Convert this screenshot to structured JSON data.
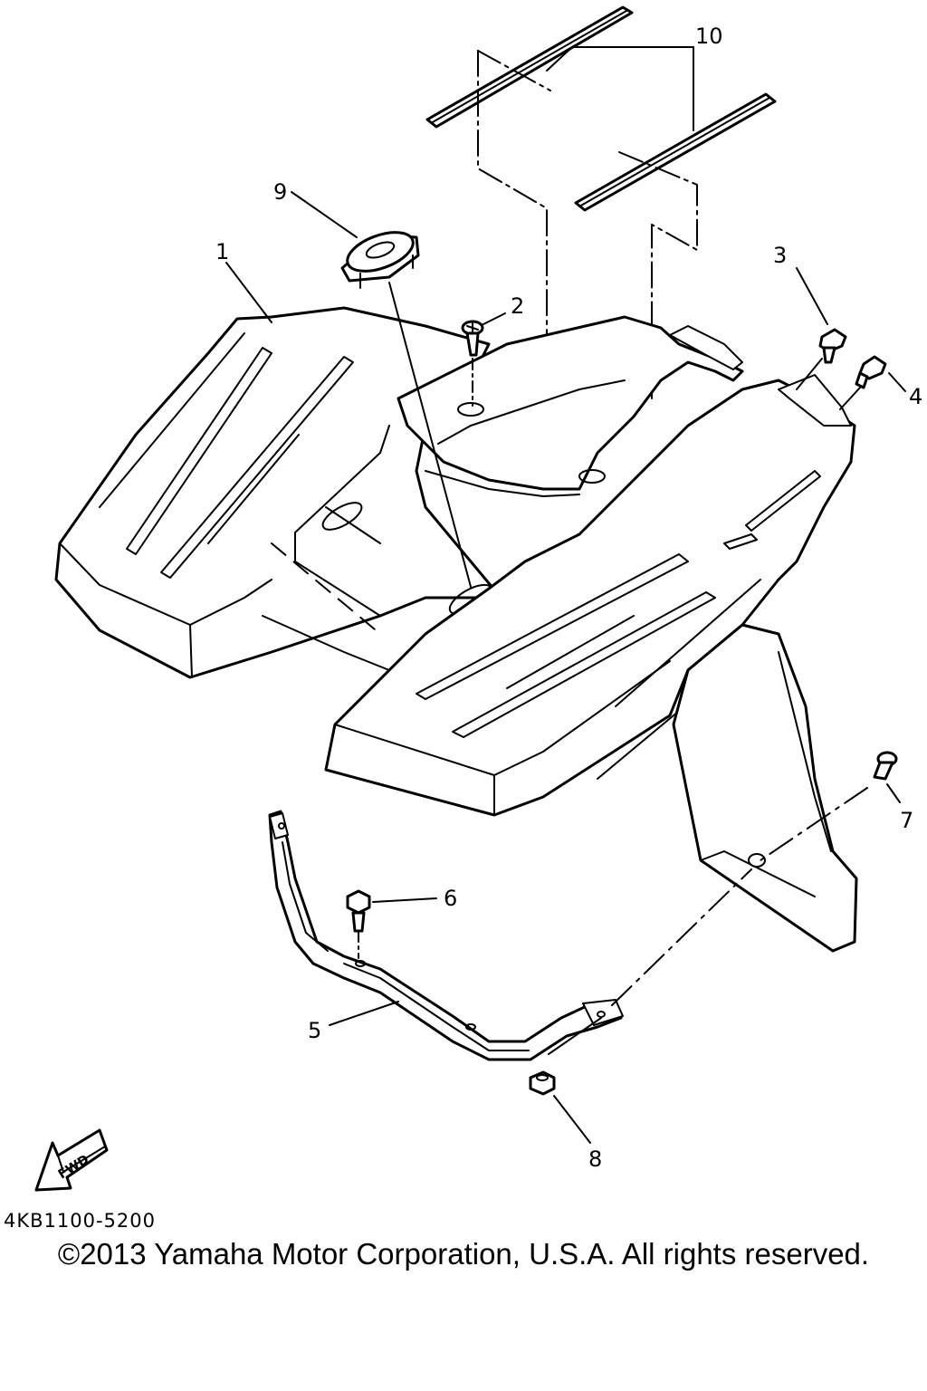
{
  "callouts": [
    "1",
    "2",
    "3",
    "4",
    "5",
    "6",
    "7",
    "8",
    "9",
    "10"
  ],
  "fwd_label": "FWD",
  "drawing_number": "4KB1100-5200",
  "copyright": "©2013 Yamaha Motor Corporation, U.S.A. All rights reserved.",
  "colors": {
    "ink": "#000000",
    "paper": "#ffffff"
  }
}
